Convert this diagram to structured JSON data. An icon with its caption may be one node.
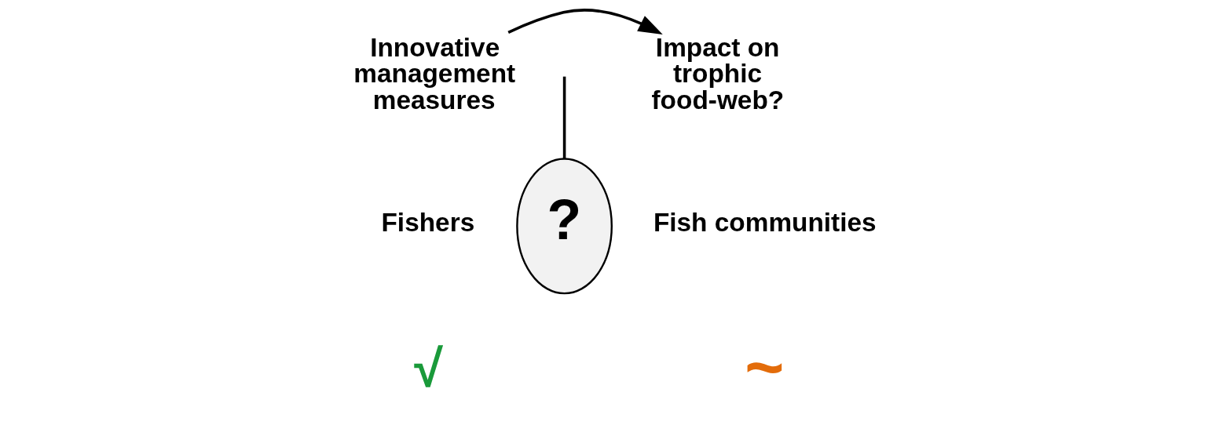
{
  "diagram": {
    "nodes": [
      {
        "text": [
          "Innovative management measures"
        ]
      },
      {
        "text": [
          "Impact on trophic food-web?"
        ]
      },
      {
        "text": [
          "?"
        ]
      }
    ],
    "edges": [
      {
        "from": 0,
        "to": 1,
        "arrow": "to"
      },
      {
        "from": 2,
        "to": null,
        "arrow": "none"
      }
    ],
    "labels": [
      "Fishers",
      "Fish communities",
      "√",
      "~"
    ]
  }
}
